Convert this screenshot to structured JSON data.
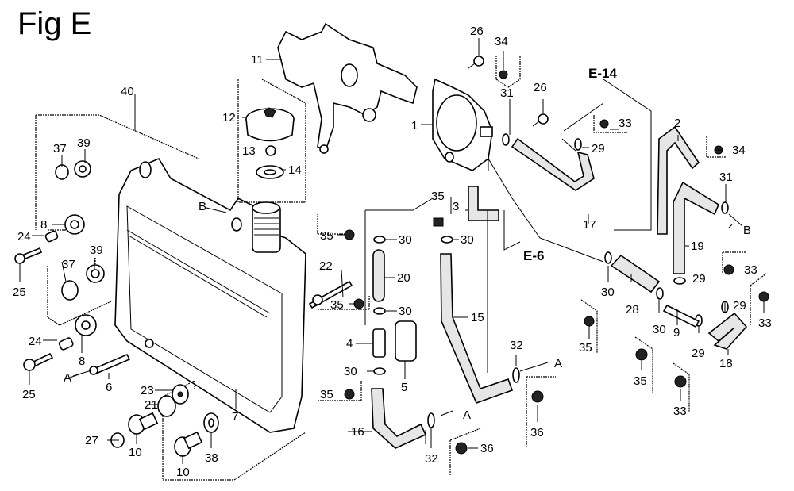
{
  "figure": {
    "title": "Fig E",
    "references": [
      "E-14",
      "E-6"
    ],
    "arrow_labels": [
      "A",
      "A",
      "A",
      "B",
      "B"
    ]
  },
  "callouts": {
    "c1": "1",
    "c2": "2",
    "c3": "3",
    "c4": "4",
    "c5": "5",
    "c6": "6",
    "c7": "7",
    "c8a": "8",
    "c8b": "8",
    "c9": "9",
    "c10a": "10",
    "c10b": "10",
    "c11": "11",
    "c12": "12",
    "c13": "13",
    "c14": "14",
    "c15": "15",
    "c16": "16",
    "c17": "17",
    "c18": "18",
    "c19": "19",
    "c20": "20",
    "c21": "21",
    "c22": "22",
    "c23": "23",
    "c24a": "24",
    "c24b": "24",
    "c25a": "25",
    "c25b": "25",
    "c26a": "26",
    "c26b": "26",
    "c27": "27",
    "c28": "28",
    "c29a": "29",
    "c29b": "29",
    "c29c": "29",
    "c29d": "29",
    "c30a": "30",
    "c30b": "30",
    "c30c": "30",
    "c30d": "30",
    "c30e": "30",
    "c30f": "30",
    "c31a": "31",
    "c31b": "31",
    "c32a": "32",
    "c32b": "32",
    "c33a": "33",
    "c33b": "33",
    "c33c": "33",
    "c33d": "33",
    "c34a": "34",
    "c34b": "34",
    "c35a": "35",
    "c35b": "35",
    "c35c": "35",
    "c35d": "35",
    "c35e": "35",
    "c35f": "35",
    "c36a": "36",
    "c36b": "36",
    "c37a": "37",
    "c37b": "37",
    "c38": "38",
    "c39a": "39",
    "c39b": "39",
    "c40": "40"
  }
}
